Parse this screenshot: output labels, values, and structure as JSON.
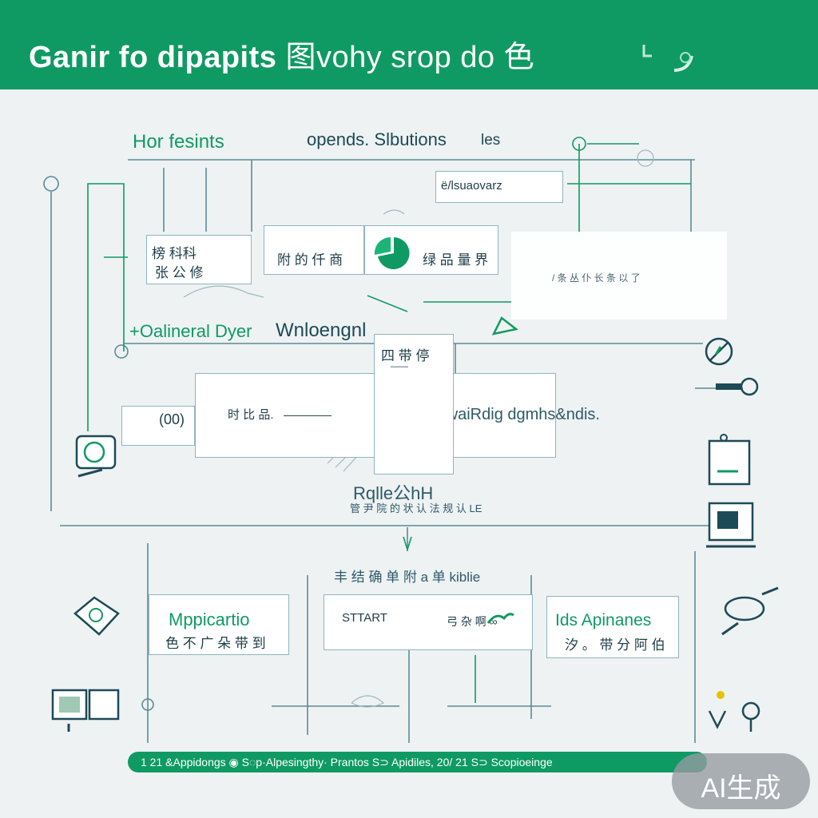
{
  "header": {
    "title_bold": "Ganir fo dipapits",
    "title_rest": "图vohy srop do 色"
  },
  "top_labels": {
    "left": "Hor fesints",
    "center": "opends. Slbutions",
    "center_tail": "les"
  },
  "boxes": {
    "top_right": "ё/lsuaovarz",
    "mid_left_line1": "榜 科科",
    "mid_left_line2": "张 公 修",
    "mid_center": "附 的 仟 商",
    "mid_right": "绿 品 量 界",
    "right_empty_text": "/ 条 丛 仆 长 条 以 了",
    "center_small_line1": "四 带 停",
    "center_small_line2": "——",
    "wide_left_line1": "(00)",
    "wide_left_line2": "时 比 品.",
    "wide_right": "ro nidWowaiRdig dgmhs&ndis."
  },
  "mid_labels": {
    "left": "+Oalineral Dyer",
    "center": "Wnloengnl"
  },
  "result": {
    "title": "Rqlle公hH",
    "subtitle": "管 尹 院 的 状 认 法 规 认 LE"
  },
  "subheading": "丰 结 确 单 附 a 单 kiblie",
  "bottom_boxes": [
    {
      "line1": "Mppicartio",
      "line2": "色 不 广 朵 带 到"
    },
    {
      "line1": "STTART",
      "line2": ""
    },
    {
      "line1": "弓 杂 啊 ∞",
      "line2": ""
    },
    {
      "line1": "Ids Apinanes",
      "line2": "汐 。 带 分 阿 伯"
    }
  ],
  "footer": {
    "text": "1  21  &Appidongs   ◉   S◌p·Alpesingthy·  Prantos   S⊃  Apidiles,  20/  21   S⊃  Scopioeinge"
  },
  "badge": {
    "label": "AI生成"
  },
  "colors": {
    "brand": "#0f9a63",
    "wire": "#5a8b98",
    "bg": "#eef2f3"
  },
  "icons": [
    "leaf-logo-icon",
    "pin-icon",
    "pie-chart-icon",
    "triangle-icon",
    "no-entry-icon",
    "key-icon",
    "document-icon",
    "monitor-icon",
    "hand-gear-icon",
    "handshake-icon",
    "computer-icon",
    "plant-icon",
    "scribble-icon"
  ]
}
